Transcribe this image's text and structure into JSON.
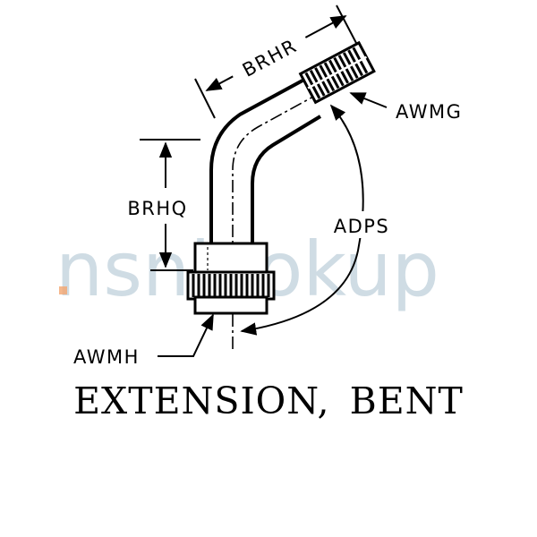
{
  "diagram": {
    "labels": {
      "brhr": "BRHR",
      "awmg": "AWMG",
      "brhq": "BRHQ",
      "adps": "ADPS",
      "awmh": "AWMH"
    },
    "caption": "EXTENSION,  BENT",
    "watermark": "nsnlookup"
  }
}
